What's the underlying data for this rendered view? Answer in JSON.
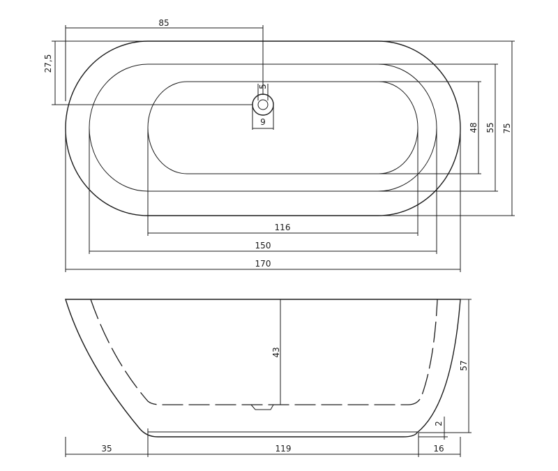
{
  "top_view": {
    "dimensions": {
      "drain_offset": "85",
      "drain_center_depth": "27,5",
      "drain_small": "5",
      "drain_diameter": "9",
      "inner_width": "48",
      "middle_width": "55",
      "outer_width": "75",
      "inner_length": "116",
      "middle_length": "150",
      "outer_length": "170"
    }
  },
  "side_view": {
    "dimensions": {
      "depth": "43",
      "height": "57",
      "base_thickness": "2",
      "left_overhang": "35",
      "base_length": "119",
      "right_overhang": "16"
    }
  }
}
